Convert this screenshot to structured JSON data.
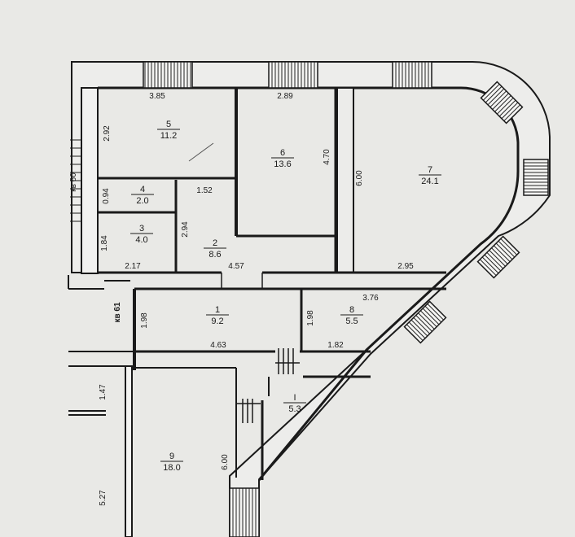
{
  "rooms": [
    {
      "id": "r5",
      "number": "5",
      "area": "11.2"
    },
    {
      "id": "r6",
      "number": "6",
      "area": "13.6"
    },
    {
      "id": "r7",
      "number": "7",
      "area": "24.1"
    },
    {
      "id": "r4",
      "number": "4",
      "area": "2.0"
    },
    {
      "id": "r3",
      "number": "3",
      "area": "4.0"
    },
    {
      "id": "r2",
      "number": "2",
      "area": "8.6"
    },
    {
      "id": "r1",
      "number": "1",
      "area": "9.2"
    },
    {
      "id": "r8",
      "number": "8",
      "area": "5.5"
    },
    {
      "id": "rI",
      "number": "I",
      "area": "5.3"
    },
    {
      "id": "r9",
      "number": "9",
      "area": "18.0"
    }
  ],
  "dimensions": {
    "d385": "3.85",
    "d289": "2.89",
    "d292": "2.92",
    "d470": "4.70",
    "d600a": "6.00",
    "d094": "0.94",
    "d152": "1.52",
    "d294": "2.94",
    "d184": "1.84",
    "d217": "2.17",
    "d457": "4.57",
    "d295": "2.95",
    "d376": "3.76",
    "d198a": "1.98",
    "d198b": "1.98",
    "d463": "4.63",
    "d182": "1.82",
    "d147": "1.47",
    "d600b": "6.00",
    "d527": "5.27"
  },
  "side_marks": {
    "kv61": "кв 61",
    "kv60": "кв 60"
  }
}
